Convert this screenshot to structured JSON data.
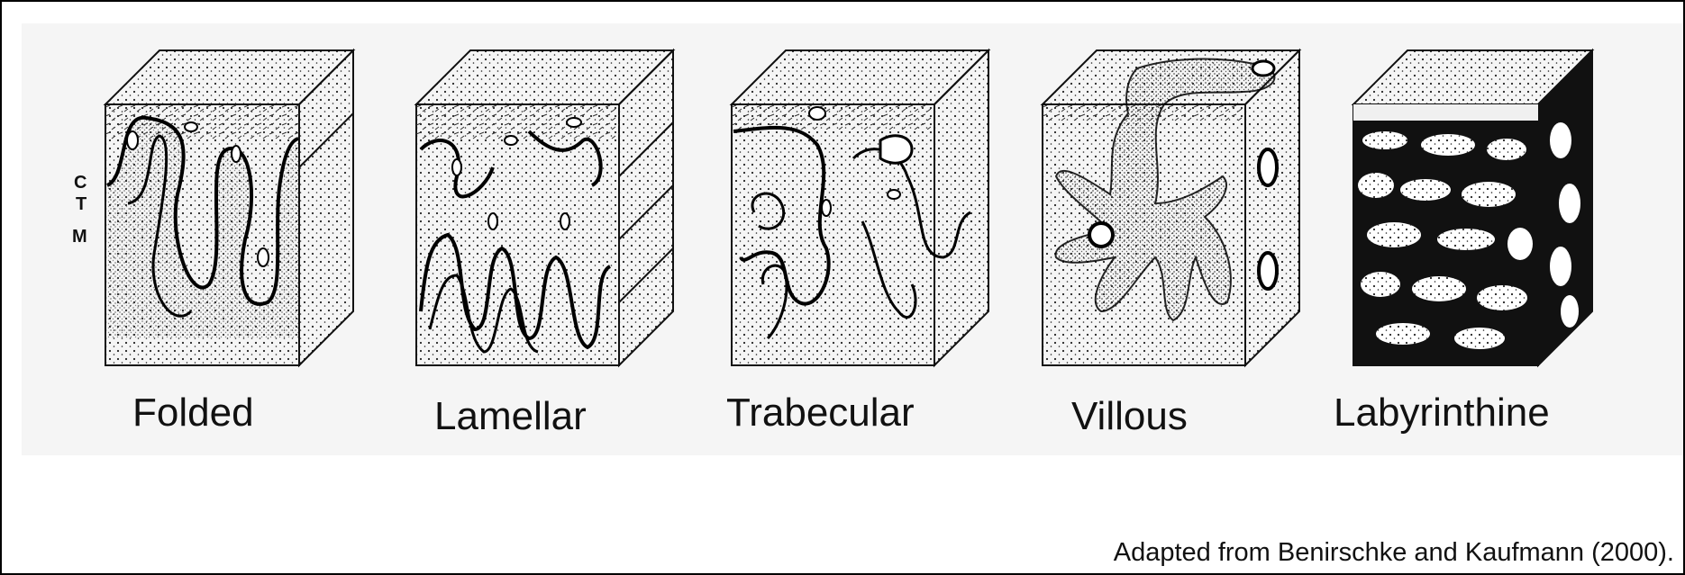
{
  "panels": [
    {
      "name": "Folded"
    },
    {
      "name": "Lamellar"
    },
    {
      "name": "Trabecular"
    },
    {
      "name": "Villous"
    },
    {
      "name": "Labyrinthine"
    }
  ],
  "layer_labels": [
    "C",
    "T",
    "M"
  ],
  "credit": "Adapted from Benirschke and Kaufmann (2000)."
}
